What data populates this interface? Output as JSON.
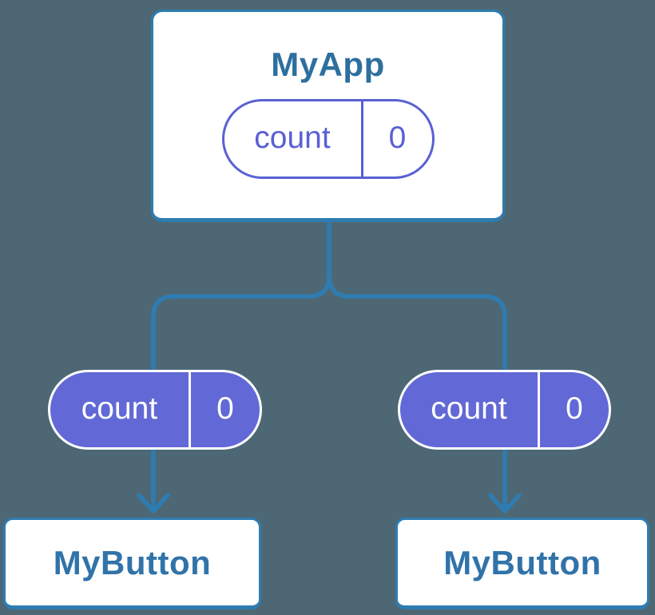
{
  "scene": {
    "background_color": "#4d6874",
    "line_color": "#2e7cb2",
    "card_fill": "#ffffff",
    "pill_fill_color": "#6269d6",
    "pill_outline_color": "#5a60d4",
    "root_title_color": "#2d6f9e",
    "child_title_color": "#3173a9"
  },
  "tree": {
    "root": {
      "title": "MyApp",
      "state_pill": {
        "label": "count",
        "value": "0"
      }
    },
    "children": [
      {
        "title": "MyButton",
        "prop_pill": {
          "label": "count",
          "value": "0"
        }
      },
      {
        "title": "MyButton",
        "prop_pill": {
          "label": "count",
          "value": "0"
        }
      }
    ]
  }
}
